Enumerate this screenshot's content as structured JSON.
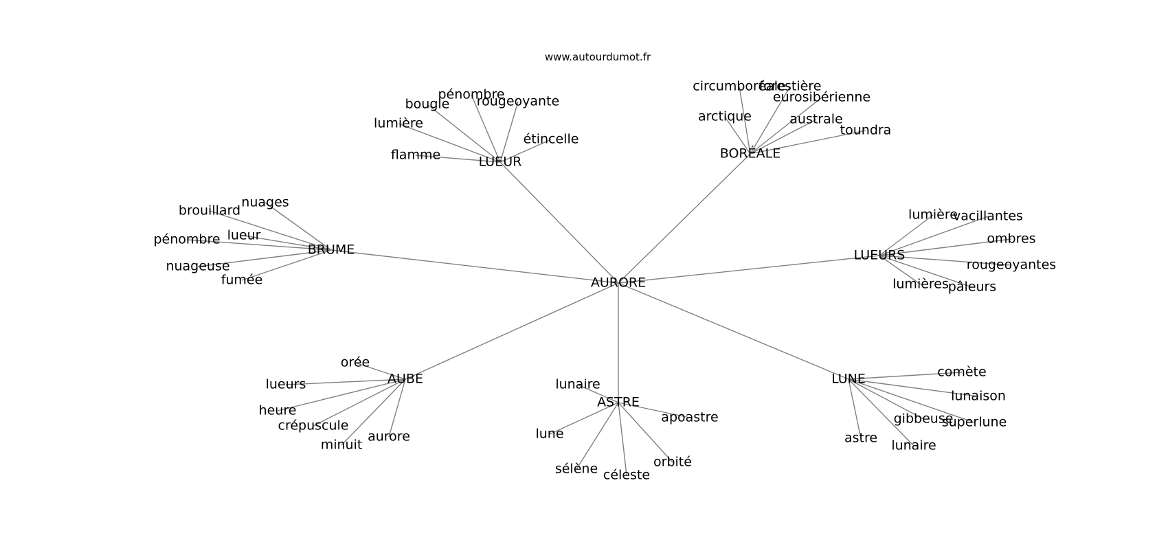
{
  "watermark": "www.autourdumot.fr",
  "colors": {
    "edge": "#808080",
    "text": "#000000",
    "background": "#ffffff"
  },
  "graph": {
    "center": "AURORE",
    "clusters": [
      {
        "hub": "LUEUR",
        "words": [
          "pénombre",
          "bougie",
          "rougeoyante",
          "lumière",
          "étincelle",
          "flamme"
        ]
      },
      {
        "hub": "BORÉALE",
        "words": [
          "circumboréale",
          "forestière",
          "eurosibérienne",
          "arctique",
          "australe",
          "toundra"
        ]
      },
      {
        "hub": "BRUME",
        "words": [
          "nuages",
          "brouillard",
          "lueur",
          "pénombre",
          "nuageuse",
          "fumée"
        ]
      },
      {
        "hub": "LUEURS",
        "words": [
          "lumière",
          "vacillantes",
          "ombres",
          "rougeoyantes",
          "lumières",
          "pâleurs"
        ]
      },
      {
        "hub": "AUBE",
        "words": [
          "orée",
          "lueurs",
          "heure",
          "crépuscule",
          "minuit",
          "aurore"
        ]
      },
      {
        "hub": "ASTRE",
        "words": [
          "lunaire",
          "apoastre",
          "lune",
          "orbité",
          "sélène",
          "céleste"
        ]
      },
      {
        "hub": "LUNE",
        "words": [
          "comète",
          "lunaison",
          "gibbeuse",
          "superlune",
          "astre",
          "lunaire"
        ]
      }
    ]
  }
}
